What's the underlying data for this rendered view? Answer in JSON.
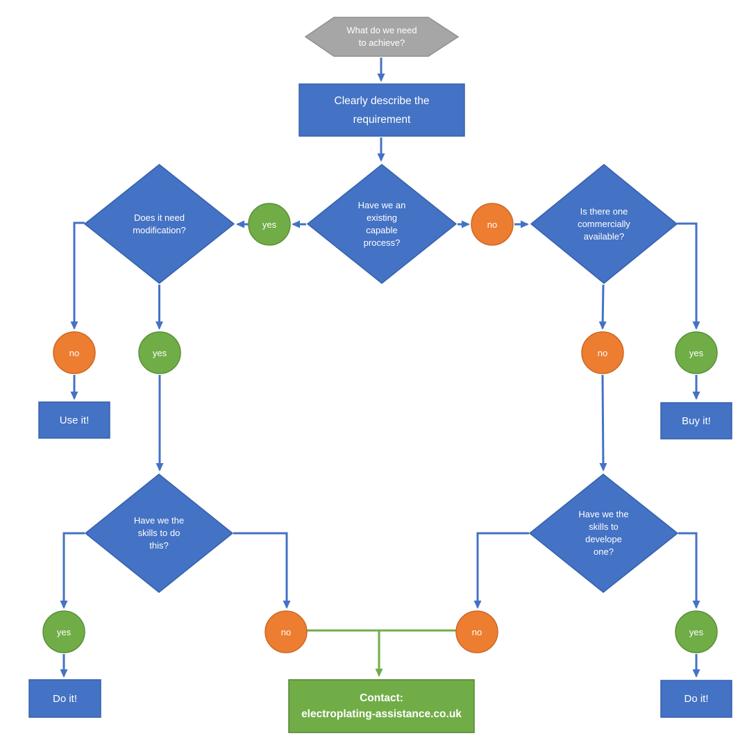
{
  "flowchart": {
    "start": {
      "label": "What do we need\nto achieve?"
    },
    "describe": {
      "label": "Clearly describe the\nrequirement"
    },
    "existing_process": {
      "label": "Have we an\nexisting\ncapable\nprocess?"
    },
    "modification": {
      "label": "Does it need\nmodification?"
    },
    "commercially_available": {
      "label": "Is there one\ncommercially\navailable?"
    },
    "skills_to_do": {
      "label": "Have we the\nskills to do\nthis?"
    },
    "skills_to_develop": {
      "label": "Have we the\nskills to\ndevelope\none?"
    },
    "use_it": {
      "label": "Use it!"
    },
    "buy_it": {
      "label": "Buy it!"
    },
    "do_it_left": {
      "label": "Do it!"
    },
    "do_it_right": {
      "label": "Do it!"
    },
    "contact": {
      "title": "Contact:",
      "url": "electroplating-assistance.co.uk"
    }
  },
  "branch_labels": {
    "yes": "yes",
    "no": "no"
  },
  "colors": {
    "node_blue": "#4472c4",
    "node_blue_border": "#3660ac",
    "hexagon_gray": "#a6a6a6",
    "hexagon_gray_border": "#8f8f8f",
    "yes_green": "#70ad47",
    "yes_green_border": "#5a9038",
    "no_orange": "#ed7d31",
    "no_orange_border": "#cc6827",
    "contact_green": "#70ad47",
    "contact_green_border": "#548235",
    "connector_blue": "#4472c4",
    "connector_green": "#70ad47",
    "text_white": "#ffffff"
  }
}
